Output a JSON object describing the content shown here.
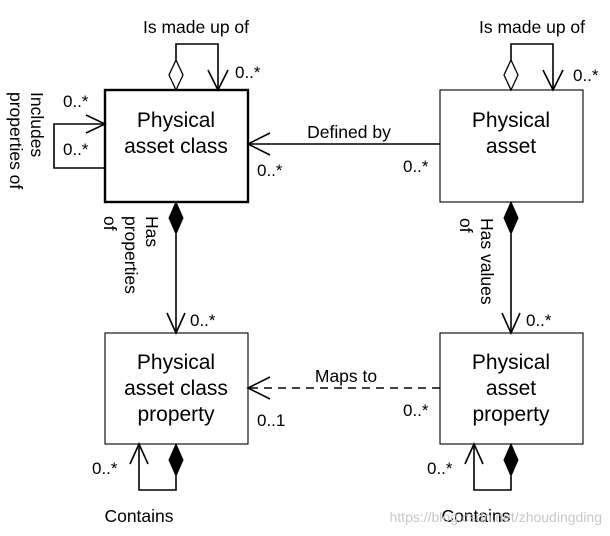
{
  "boxes": {
    "pac": {
      "line1": "Physical",
      "line2": "asset class"
    },
    "pa": {
      "line1": "Physical",
      "line2": "asset"
    },
    "pacp": {
      "line1": "Physical",
      "line2": "asset class",
      "line3": "property"
    },
    "pap": {
      "line1": "Physical",
      "line2": "asset",
      "line3": "property"
    }
  },
  "relations": {
    "pac_made_up_of": {
      "label": "Is made up of",
      "mult": "0..*"
    },
    "pa_made_up_of": {
      "label": "Is made up of",
      "mult": "0..*"
    },
    "includes_props": {
      "line1": "Includes",
      "line2": "properties of",
      "mult_top": "0..*",
      "mult_bottom": "0..*"
    },
    "defined_by": {
      "label": "Defined by",
      "mult_target": "0..*",
      "mult_source": "0..*"
    },
    "has_properties": {
      "line1": "Has",
      "line2": "properties",
      "line3": "of",
      "mult": "0..*"
    },
    "has_values": {
      "line1": "Has values",
      "line2": "of",
      "mult": "0..*"
    },
    "maps_to": {
      "label": "Maps to",
      "mult_target": "0..1",
      "mult_source": "0..*"
    },
    "pacp_contains": {
      "label": "Contains",
      "mult": "0..*"
    },
    "pap_contains": {
      "label": "Contains",
      "mult": "0..*"
    }
  },
  "watermark": "https://blog.csdn.net/zhoudingding"
}
